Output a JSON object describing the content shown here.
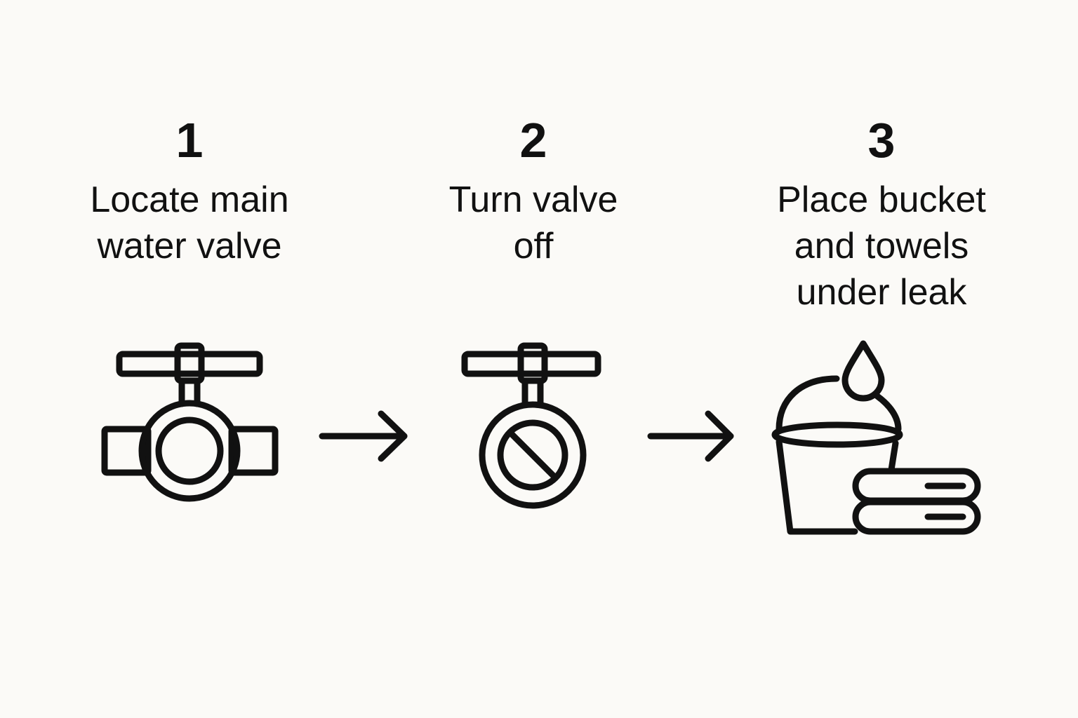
{
  "steps": [
    {
      "number": "1",
      "text": "Locate main\nwater valve",
      "icon": "valve-icon"
    },
    {
      "number": "2",
      "text": "Turn valve\noff",
      "icon": "valve-off-icon"
    },
    {
      "number": "3",
      "text": "Place bucket\nand towels\nunder leak",
      "icon": "bucket-towels-icon"
    }
  ],
  "connectors": [
    "arrow-right-icon",
    "arrow-right-icon"
  ],
  "colors": {
    "background": "#fbfaf7",
    "ink": "#111111"
  }
}
